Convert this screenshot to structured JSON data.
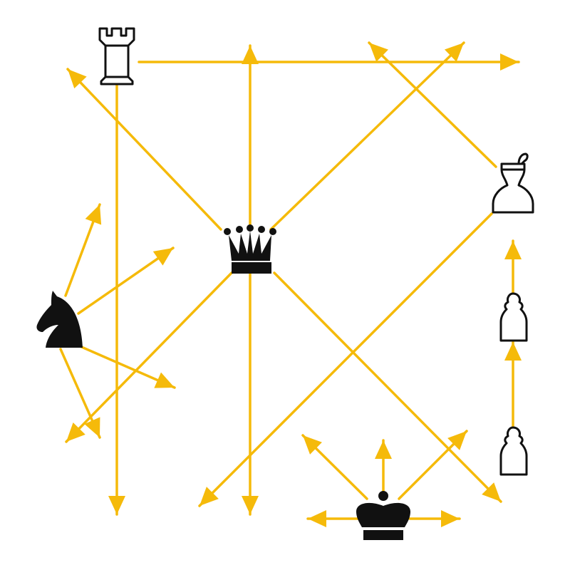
{
  "colors": {
    "arrow": "#F5BA0A",
    "dark_piece": "#111111",
    "light_piece_fill": "#ffffff",
    "light_piece_outline": "#111111",
    "background": "#ffffff"
  },
  "pieces": [
    {
      "id": "rook",
      "side": "white",
      "icon": "rook-icon"
    },
    {
      "id": "queen",
      "side": "black",
      "icon": "queen-icon"
    },
    {
      "id": "knight",
      "side": "black",
      "icon": "knight-icon"
    },
    {
      "id": "bishop",
      "side": "white",
      "icon": "bishop-icon"
    },
    {
      "id": "pawn-upper",
      "side": "white",
      "icon": "pawn-icon"
    },
    {
      "id": "pawn-lower",
      "side": "white",
      "icon": "pawn-icon"
    },
    {
      "id": "king",
      "side": "black",
      "icon": "king-icon"
    }
  ]
}
